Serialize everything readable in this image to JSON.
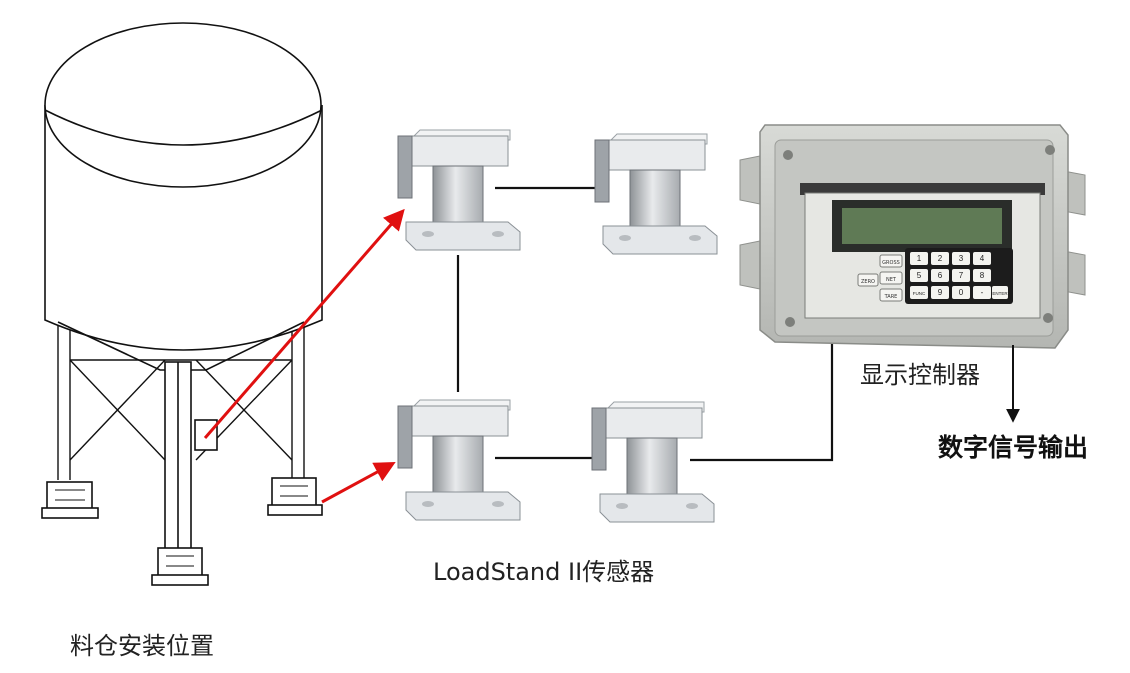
{
  "labels": {
    "silo_location": "料仓安装位置",
    "sensor_name": "LoadStand II传感器",
    "controller_name": "显示控制器",
    "digital_output": "数字信号输出"
  },
  "controller": {
    "mode_buttons": [
      "GROSS",
      "NET",
      "TARE"
    ],
    "zero_button": "ZERO",
    "func_button": "FUNC",
    "enter_button": "ENTER",
    "keys": [
      "1",
      "2",
      "3",
      "4",
      "5",
      "6",
      "7",
      "8",
      "9",
      "0",
      "-"
    ]
  },
  "colors": {
    "arrow": "#e01010",
    "wire": "#111111",
    "controller_body": "#c9cbc7",
    "lcd": "#5f7a55",
    "keypad": "#1c1c1c",
    "sensor_body": "#d6d9dc"
  }
}
